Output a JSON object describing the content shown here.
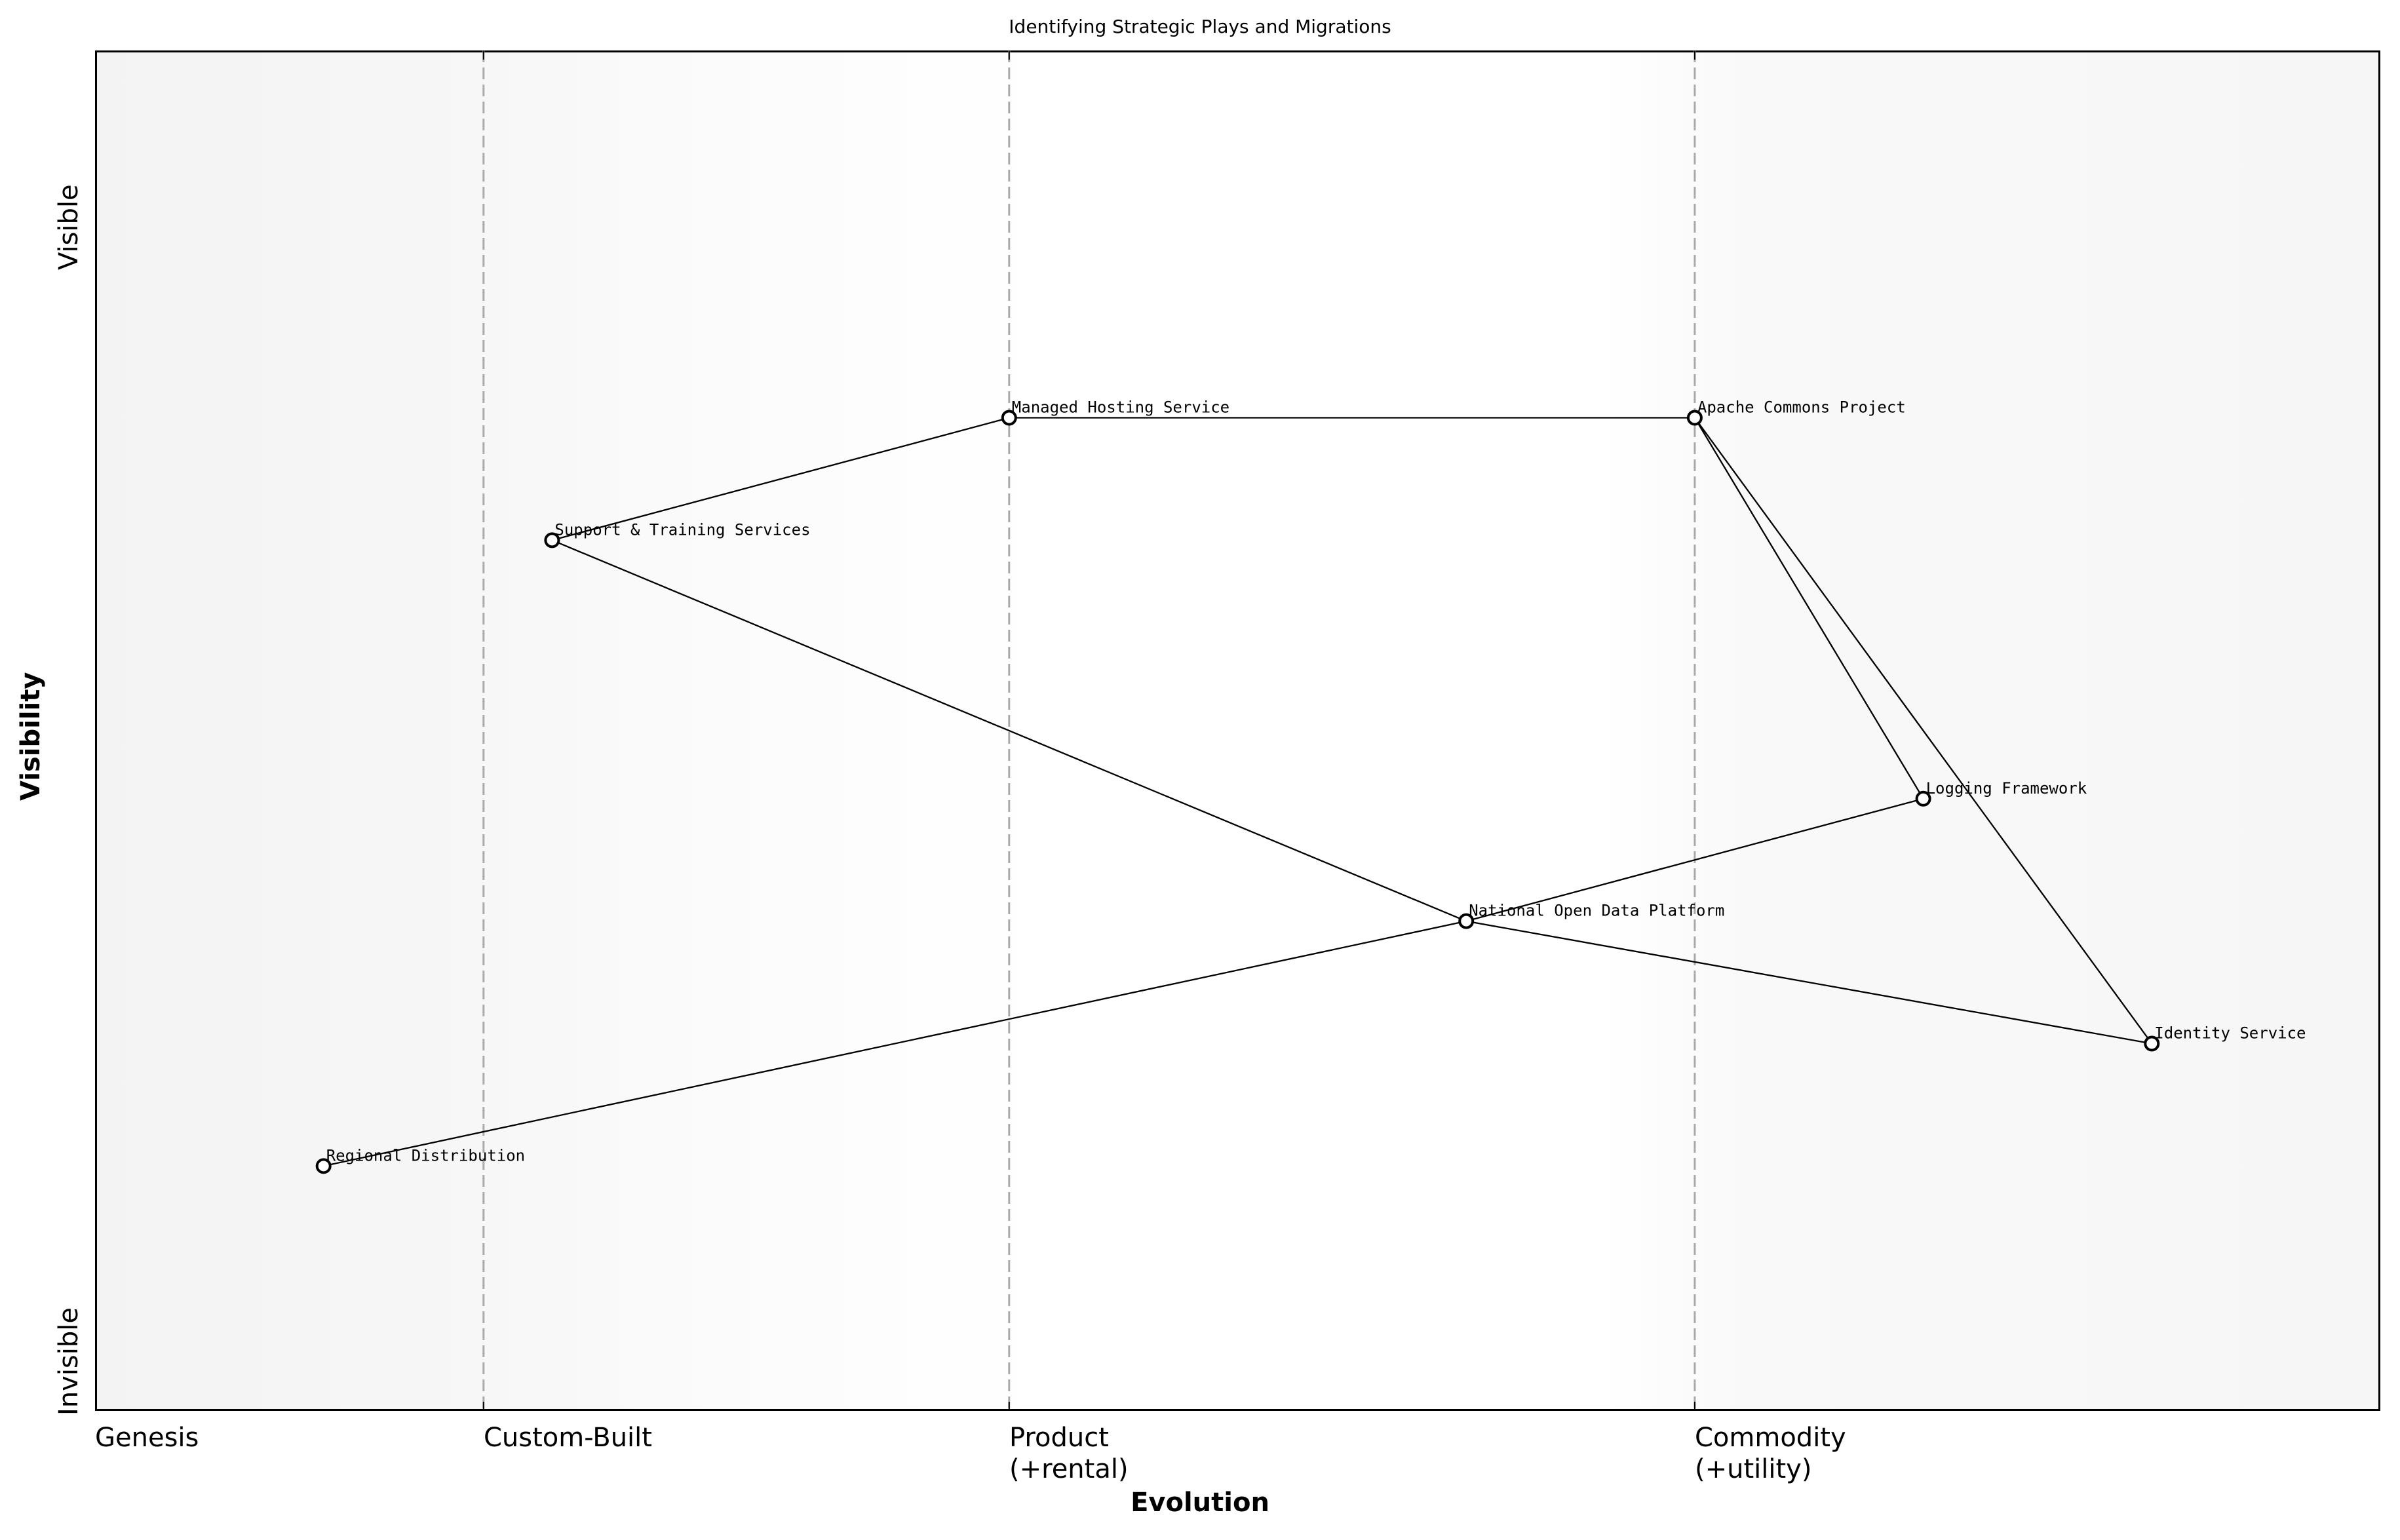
{
  "chart_data": {
    "type": "scatter",
    "title": "Identifying Strategic Plays and Migrations",
    "xlabel": "Evolution",
    "ylabel": "Visibility",
    "xlim": [
      0,
      1
    ],
    "ylim": [
      0,
      1
    ],
    "x_tick_labels": [
      "Genesis",
      "Custom-Built",
      "Product\n(+rental)",
      "Commodity\n(+utility)"
    ],
    "x_tick_positions": [
      0.0,
      0.17,
      0.4,
      0.7
    ],
    "y_tick_labels": [
      "Invisible",
      "Visible"
    ],
    "y_tick_positions": [
      0.0,
      0.9
    ],
    "stage_dividers": [
      0.17,
      0.4,
      0.7
    ],
    "grid": false,
    "legend": null,
    "nodes": [
      {
        "id": "regional",
        "label": "Regional Distribution",
        "x": 0.1,
        "y": 0.18
      },
      {
        "id": "support",
        "label": "Support & Training Services",
        "x": 0.2,
        "y": 0.64
      },
      {
        "id": "managed",
        "label": "Managed Hosting Service",
        "x": 0.4,
        "y": 0.73
      },
      {
        "id": "apache",
        "label": "Apache Commons Project",
        "x": 0.7,
        "y": 0.73
      },
      {
        "id": "logging",
        "label": "Logging Framework",
        "x": 0.8,
        "y": 0.45
      },
      {
        "id": "national",
        "label": "National Open Data Platform",
        "x": 0.6,
        "y": 0.36
      },
      {
        "id": "identity",
        "label": "Identity Service",
        "x": 0.9,
        "y": 0.27
      }
    ],
    "edges": [
      [
        "support",
        "managed"
      ],
      [
        "managed",
        "apache"
      ],
      [
        "apache",
        "logging"
      ],
      [
        "apache",
        "identity"
      ],
      [
        "support",
        "national"
      ],
      [
        "national",
        "identity"
      ],
      [
        "regional",
        "national"
      ],
      [
        "national",
        "logging"
      ]
    ]
  },
  "colors": {
    "divider": "#aaaaaa",
    "line": "#000000",
    "node_fill": "#ffffff",
    "node_stroke": "#000000"
  }
}
